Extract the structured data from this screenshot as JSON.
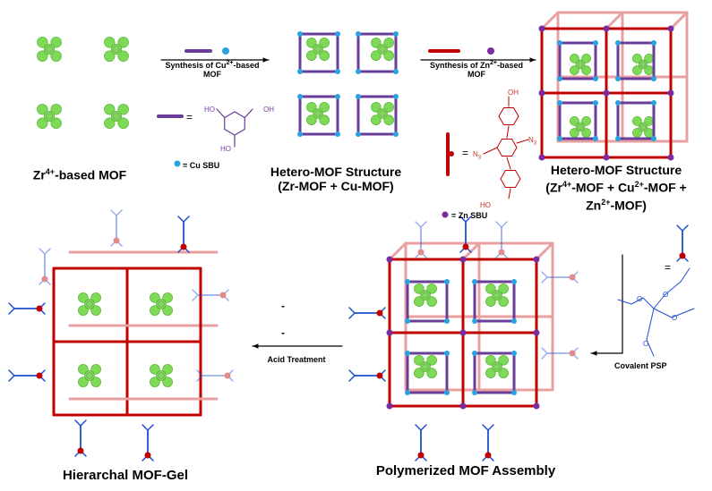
{
  "labels": {
    "zr_mof": {
      "main": "Zr",
      "sup": "4+",
      "rest": "-based MOF"
    },
    "hetero1_line1": "Hetero-MOF Structure",
    "hetero1_line2": "(Zr-MOF + Cu-MOF)",
    "hetero2_line1": "Hetero-MOF Structure",
    "hetero2_line2": {
      "a": "(Zr",
      "a_sup": "4+",
      "b": "-MOF + Cu",
      "b_sup": "2+",
      "c": "-MOF +"
    },
    "hetero2_line3": {
      "a": "Zn",
      "a_sup": "2+",
      "b": "-MOF)"
    },
    "gel": "Hierarchal MOF-Gel",
    "assembly": "Polymerized MOF Assembly"
  },
  "arrows": {
    "cu_synth_line1": {
      "a": "Synthesis of Cu",
      "sup": "2+",
      "b": "-based"
    },
    "cu_synth_line2": "MOF",
    "zn_synth_line1": {
      "a": "Synthesis of Zn",
      "sup": "2+",
      "b": "-based"
    },
    "zn_synth_line2": "MOF",
    "acid": "Acid Treatment",
    "psp": "Covalent PSP"
  },
  "legend": {
    "equals": "=",
    "cu_sbu": "= Cu SBU",
    "zn_sbu": "= Zn SBU",
    "dash": "-",
    "ho": "HO",
    "oh": "OH",
    "o": "O",
    "n3": "N",
    "n3_sub": "3"
  },
  "colors": {
    "mof_green": "#7ed957",
    "purple": "#6a3d9a",
    "red": "#c00000",
    "pink": "#e8a0a0",
    "cu_blue": "#29a3e0",
    "zn_purple": "#7b2c9e",
    "polymer_blue": "#1f4fd1"
  }
}
